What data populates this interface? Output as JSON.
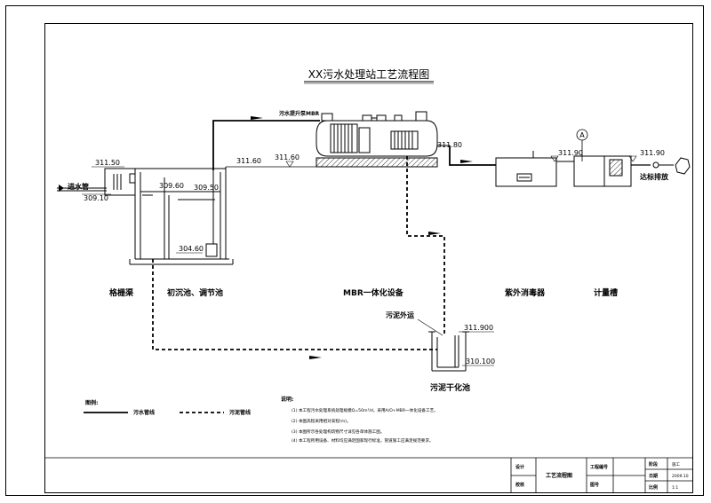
{
  "title": "XX污水处理站工艺流程图",
  "inlet_label": "进水管",
  "outlet_label": "达标排放",
  "pump_label": "污水提升泵MBR",
  "sludge_out_label": "污泥外运",
  "instrument_tag": "A",
  "elevations": {
    "inlet_top": "311.50",
    "inlet_pipe": "309.10",
    "tank_water_a": "309.60",
    "tank_water_b": "309.50",
    "tank_bottom": "304.60",
    "grade_a": "311.60",
    "grade_b": "311.60",
    "mbr_out": "311.80",
    "uv_top": "311.90",
    "meter_top": "311.90",
    "sludge_top": "311.900",
    "sludge_bottom": "310.100"
  },
  "units": {
    "screen": "格栅渠",
    "primary": "初沉池、调节池",
    "mbr": "MBR一体化设备",
    "uv": "紫外消毒器",
    "meter": "计量槽",
    "sludge": "污泥干化池"
  },
  "legend": {
    "heading": "图例:",
    "sewage_label": "污水管线",
    "sludge_label": "污泥管线"
  },
  "notes": {
    "heading": "说明:",
    "items": [
      "(1) 本工程污水处理系统处理规模Q=50m³/d，采用A/O+MBR一体化设备工艺。",
      "(2) 本图高程采用相对高程(m)。",
      "(3) 本图所示各处理构筑物尺寸详见各单体施工图。",
      "(4) 本工程所用设备、材料均应满足国家现行标准，管道施工应满足规范要求。"
    ]
  },
  "title_block": {
    "designed": "设计",
    "checked": "校核",
    "drawing_name": "工艺流程图",
    "project_no_label": "工程编号",
    "drawing_no_label": "图号",
    "stage_label": "阶段",
    "stage_value": "施工",
    "date_label": "日期",
    "date_value": "2009.10",
    "scale_label": "比例",
    "scale_value": "1:1"
  }
}
